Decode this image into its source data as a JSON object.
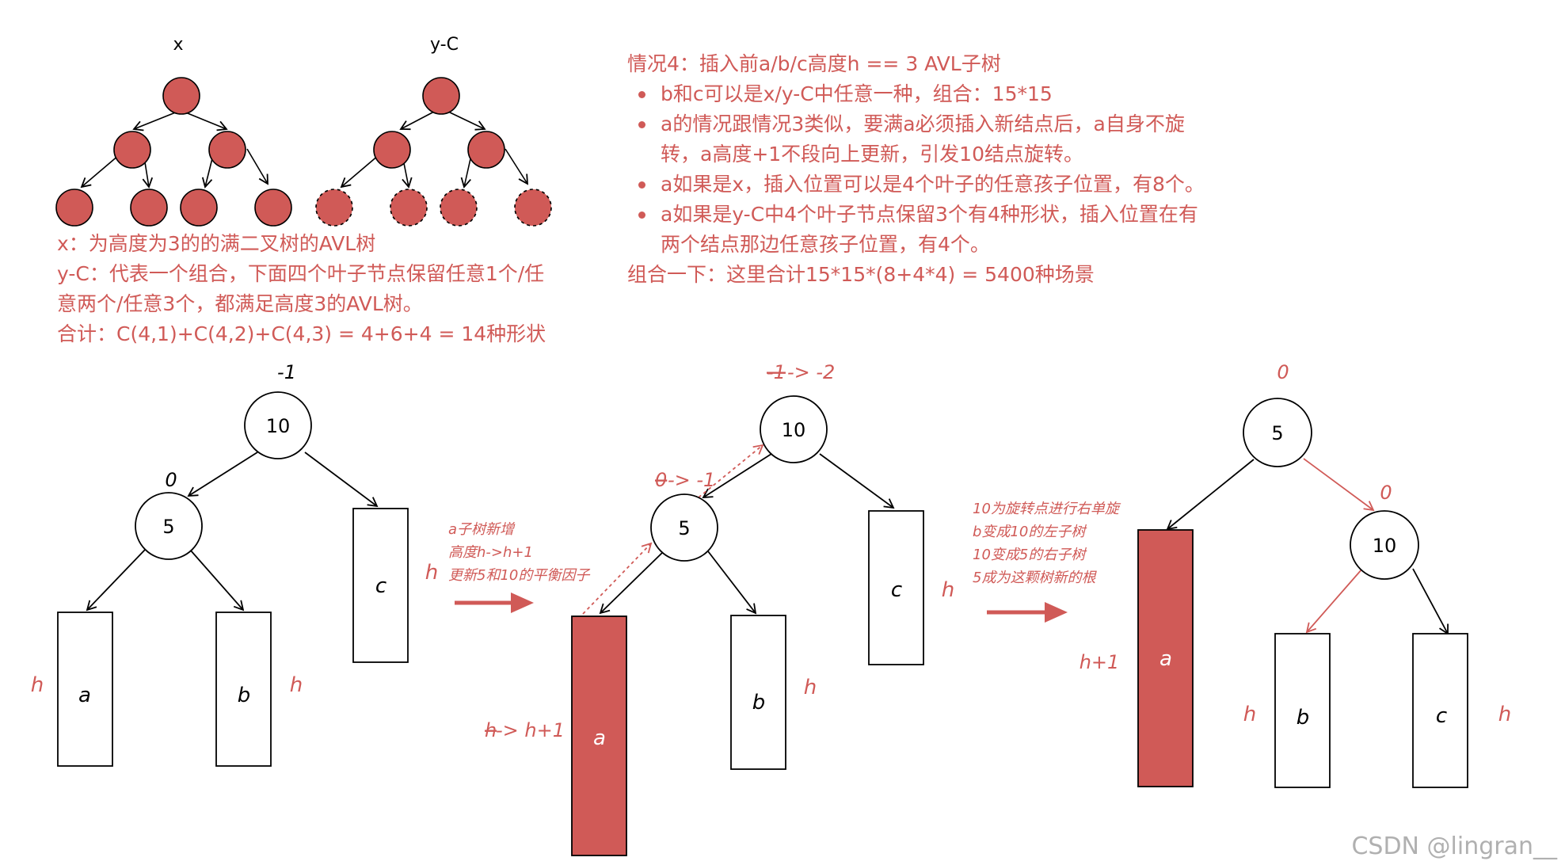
{
  "small_trees": {
    "x_label": "x",
    "yc_label": "y-C"
  },
  "left_notes": [
    "x：为高度为3的的满二叉树的AVL树",
    "y-C：代表一个组合，下面四个叶子节点保留任意1个/任",
    "意两个/任意3个，都满足高度3的AVL树。",
    "合计：C(4,1)+C(4,2)+C(4,3) = 4+6+4 = 14种形状"
  ],
  "case_notes": {
    "heading": "情况4：插入前a/b/c高度h == 3 AVL子树",
    "bullets": [
      [
        "b和c可以是x/y-C中任意一种，组合：15*15"
      ],
      [
        "a的情况跟情况3类似，要满a必须插入新结点后，a自身不旋",
        "转，a高度+1不段向上更新，引发10结点旋转。"
      ],
      [
        "a如果是x，插入位置可以是4个叶子的任意孩子位置，有8个。"
      ],
      [
        "a如果是y-C中4个叶子节点保留3个有4种形状，插入位置在有",
        "两个结点那边任意孩子位置，有4个。"
      ]
    ],
    "summary": "组合一下：这里合计15*15*(8+4*4) = 5400种场景"
  },
  "diagram1": {
    "root_value": "10",
    "root_bf": "-1",
    "left_value": "5",
    "left_bf": "0",
    "a_label": "a",
    "b_label": "b",
    "c_label": "c",
    "a_height": "h",
    "b_height": "h",
    "c_height": "h"
  },
  "step1_note": [
    "a子树新增",
    "高度h->h+1",
    "更新5和10的平衡因子"
  ],
  "diagram2": {
    "root_value": "10",
    "root_bf_old": "-1",
    "root_bf_new": " -> -2",
    "left_value": "5",
    "left_bf_old": "0",
    "left_bf_new": " -> -1",
    "a_label": "a",
    "b_label": "b",
    "c_label": "c",
    "a_height_old": "h",
    "a_height_new": " -> h+1",
    "b_height": "h",
    "c_height": "h"
  },
  "step2_note": [
    "10为旋转点进行右单旋",
    "b变成10的左子树",
    "10变成5的右子树",
    "5成为这颗树新的根"
  ],
  "diagram3": {
    "root_value": "5",
    "root_bf": "0",
    "right_value": "10",
    "right_bf": "0",
    "a_label": "a",
    "b_label": "b",
    "c_label": "c",
    "a_height": "h+1",
    "b_height": "h",
    "c_height": "h"
  },
  "watermark": "CSDN @lingran__",
  "colors": {
    "accent": "#d05a57",
    "stroke": "#000000",
    "watermark": "#b0b0b0"
  }
}
